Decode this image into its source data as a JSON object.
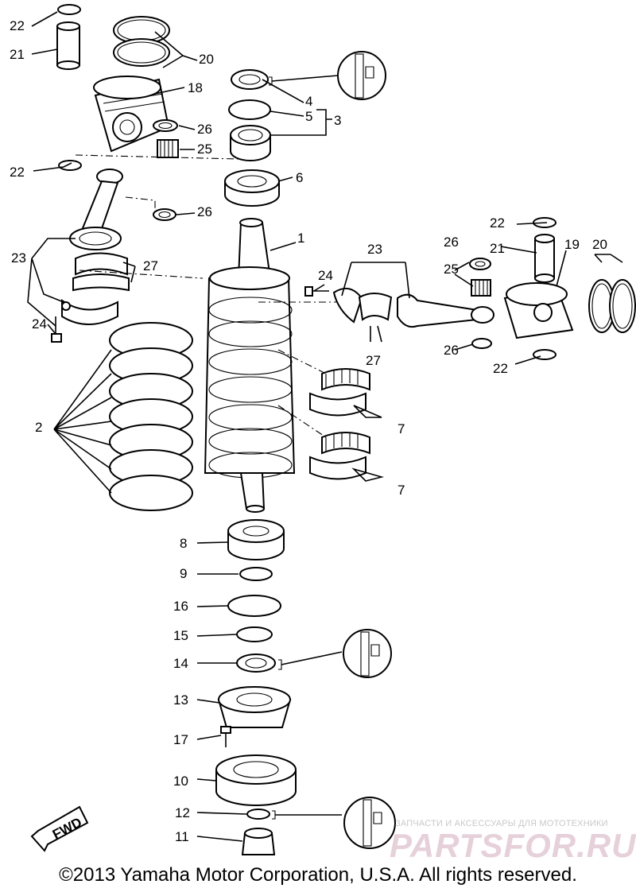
{
  "callouts": [
    {
      "id": "c22a",
      "text": "22"
    },
    {
      "id": "c21a",
      "text": "21"
    },
    {
      "id": "c20a",
      "text": "20"
    },
    {
      "id": "c18",
      "text": "18"
    },
    {
      "id": "c4",
      "text": "4"
    },
    {
      "id": "c5",
      "text": "5"
    },
    {
      "id": "c3",
      "text": "3"
    },
    {
      "id": "c26a",
      "text": "26"
    },
    {
      "id": "c25a",
      "text": "25"
    },
    {
      "id": "c22b",
      "text": "22"
    },
    {
      "id": "c6",
      "text": "6"
    },
    {
      "id": "c26b",
      "text": "26"
    },
    {
      "id": "c22c",
      "text": "22"
    },
    {
      "id": "c1",
      "text": "1"
    },
    {
      "id": "c23a",
      "text": "23"
    },
    {
      "id": "c26c",
      "text": "26"
    },
    {
      "id": "c21b",
      "text": "21"
    },
    {
      "id": "c19",
      "text": "19"
    },
    {
      "id": "c20b",
      "text": "20"
    },
    {
      "id": "c23b",
      "text": "23"
    },
    {
      "id": "c27a",
      "text": "27"
    },
    {
      "id": "c24a",
      "text": "24"
    },
    {
      "id": "c25b",
      "text": "25"
    },
    {
      "id": "c24b",
      "text": "24"
    },
    {
      "id": "c26d",
      "text": "26"
    },
    {
      "id": "c22d",
      "text": "22"
    },
    {
      "id": "c27b",
      "text": "27"
    },
    {
      "id": "c2",
      "text": "2"
    },
    {
      "id": "c7a",
      "text": "7"
    },
    {
      "id": "c7b",
      "text": "7"
    },
    {
      "id": "c8",
      "text": "8"
    },
    {
      "id": "c9",
      "text": "9"
    },
    {
      "id": "c16",
      "text": "16"
    },
    {
      "id": "c15",
      "text": "15"
    },
    {
      "id": "c14",
      "text": "14"
    },
    {
      "id": "c13",
      "text": "13"
    },
    {
      "id": "c17",
      "text": "17"
    },
    {
      "id": "c10",
      "text": "10"
    },
    {
      "id": "c12",
      "text": "12"
    },
    {
      "id": "c11",
      "text": "11"
    }
  ],
  "fwd_label": "FWD",
  "watermark_small": "ЗАПЧАСТИ И АКСЕССУАРЫ ДЛЯ МОТОТЕХНИКИ",
  "watermark_brand": "PARTSFOR.RU",
  "copyright": "©2013 Yamaha Motor Corporation, U.S.A. All rights reserved."
}
